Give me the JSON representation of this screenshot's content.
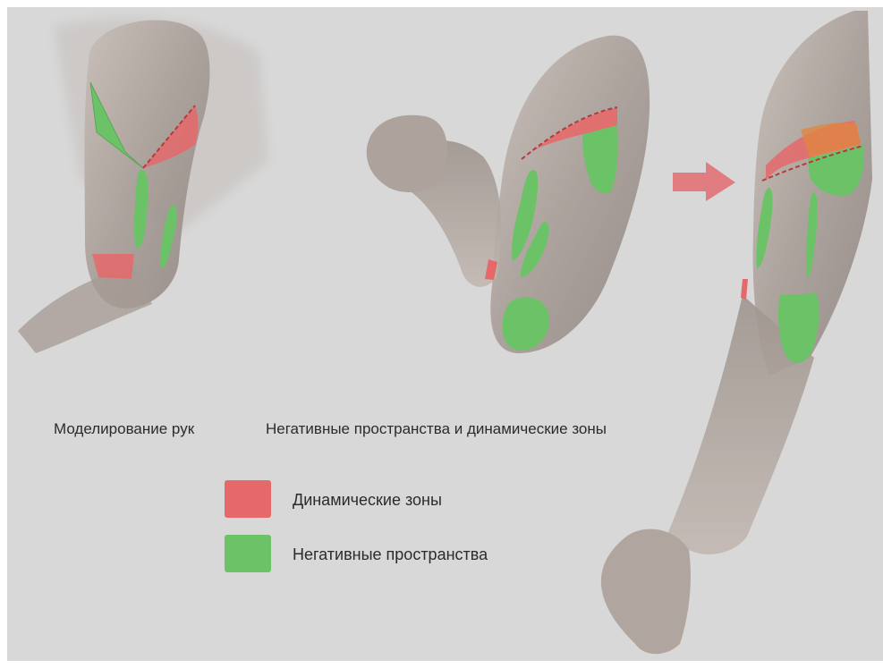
{
  "colors": {
    "background": "#d8d8d8",
    "dynamic_zone": "#e5696a",
    "negative_space": "#6cc266",
    "skin": "#b5aaa4",
    "arrow": "#e2787b"
  },
  "captions": {
    "left": "Моделирование рук",
    "right": "Негативные пространства и динамические зоны"
  },
  "legend": {
    "items": [
      {
        "label": "Динамические зоны",
        "color": "#e5696a"
      },
      {
        "label": "Негативные пространства",
        "color": "#6cc266"
      }
    ]
  },
  "illustrations": {
    "figure_names": [
      "arm-flexed-side-view",
      "arm-flexed-fist-view",
      "arm-extended-view"
    ],
    "connector": "arrow-right-icon"
  }
}
